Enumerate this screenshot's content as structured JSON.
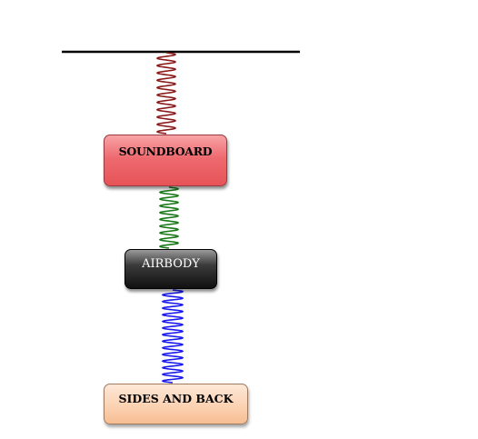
{
  "diagram": {
    "boxes": {
      "soundboard": {
        "label": "SOUNDBOARD"
      },
      "airbody": {
        "label": "AIRBODY"
      },
      "sides": {
        "label": "SIDES AND BACK"
      }
    },
    "springs": [
      {
        "name": "top-spring",
        "color": "#8b1a1a"
      },
      {
        "name": "middle-spring",
        "color": "#1a7a1a"
      },
      {
        "name": "bottom-spring",
        "color": "#1a1aee"
      }
    ],
    "ground_color": "#000000"
  }
}
